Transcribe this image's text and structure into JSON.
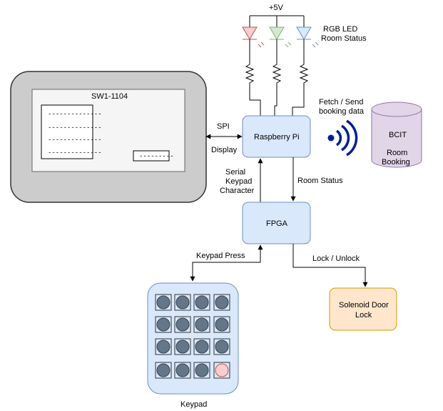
{
  "supply": {
    "label": "+5V"
  },
  "led": {
    "title_line1": "RGB LED",
    "title_line2": "Room Status",
    "colors": {
      "red": "#f8cecc",
      "red_stroke": "#b85450",
      "green": "#d5e8d4",
      "green_stroke": "#82b366",
      "blue": "#dae8fc",
      "blue_stroke": "#6c8ebf"
    }
  },
  "display": {
    "room_name": "SW1-1104",
    "list_lines": [
      "--------------",
      "--------------",
      "--------------",
      "--------------"
    ],
    "button_text": "---------",
    "bezel_color": "#cccccc",
    "screen_color": "#f5f5f5"
  },
  "links": {
    "spi": "SPI",
    "display": "Display",
    "fetch_line1": "Fetch / Send",
    "fetch_line2": "booking data",
    "serial_line1": "Serial",
    "serial_line2": "Keypad",
    "serial_line3": "Character",
    "room_status": "Room Status",
    "keypad_press": "Keypad Press",
    "lock_unlock": "Lock / Unlock"
  },
  "nodes": {
    "raspberry_pi": "Raspberry Pi",
    "fpga": "FPGA",
    "solenoid_line1": "Solenoid Door",
    "solenoid_line2": "Lock",
    "keypad": "Keypad",
    "db_line1": "BCIT",
    "db_line2": "Room",
    "db_line3": "Booking"
  },
  "colors": {
    "block_fill": "#dae8fc",
    "block_stroke": "#6c8ebf",
    "db_fill": "#e1d5e7",
    "db_stroke": "#9673a6",
    "lock_fill": "#ffe6cc",
    "lock_stroke": "#d79b00",
    "wifi": "#001f8f",
    "key": "#647687",
    "key_active": "#f8cecc"
  }
}
